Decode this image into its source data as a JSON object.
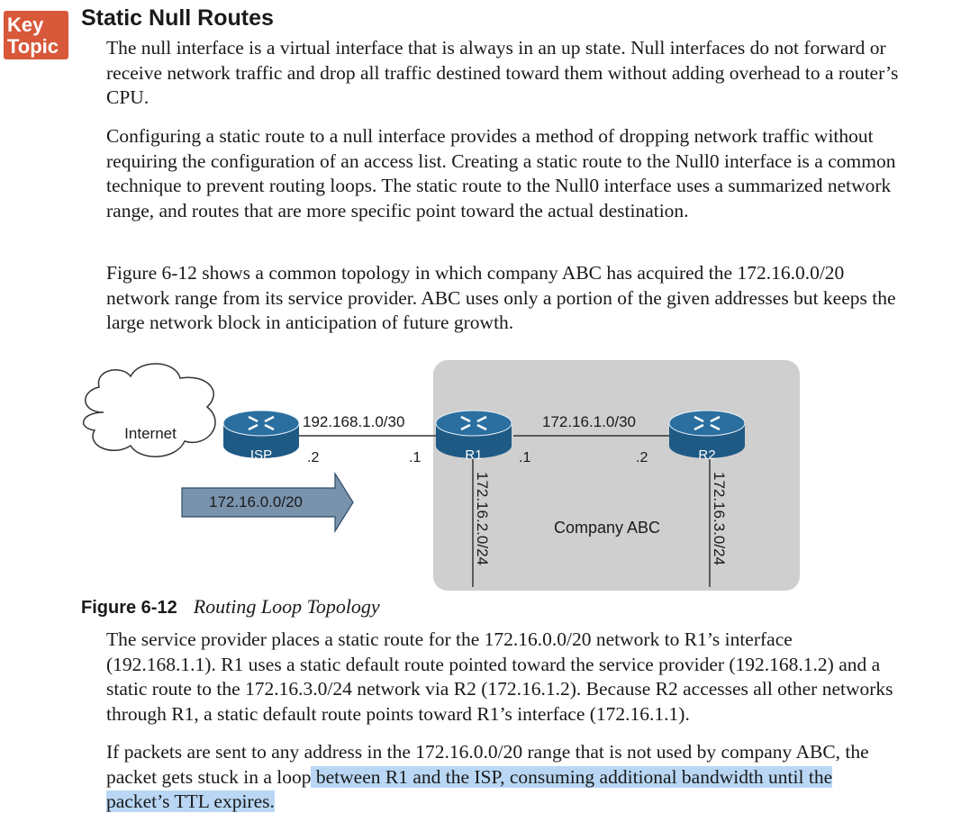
{
  "badge": {
    "line1": "Key",
    "line2": "Topic",
    "color": "#d8583a"
  },
  "heading": "Static Null Routes",
  "paragraphs": {
    "p1": "The null interface is a virtual interface that is always in an up state. Null interfaces do not forward or receive network traffic and drop all traffic destined toward them without adding overhead to a router’s CPU.",
    "p2": "Configuring a static route to a null interface provides a method of dropping network traffic without requiring the configuration of an access list. Creating a static route to the Null0 interface is a common technique to prevent routing loops. The static route to the Null0 interface uses a summarized network range, and routes that are more specific point toward the actual destination.",
    "p3": "Figure 6-12 shows a common topology in which company ABC has acquired the 172.16.0.0/20 network range from its service provider. ABC uses only a portion of the given addresses but keeps the large network block in anticipation of future growth.",
    "p4": "The service provider places a static route for the 172.16.0.0/20 network to R1’s interface (192.168.1.1). R1 uses a static default route pointed toward the service provider (192.168.1.2) and a static route to the 172.16.3.0/24 network via R2 (172.16.1.2). Because R2 accesses all other networks through R1, a static default route points toward R1’s interface (172.16.1.1).",
    "p5_plain": "If packets are sent to any address in the 172.16.0.0/20 range that is not used by company ABC, the packet gets stuck in a loop",
    "p5_highlight": " between R1 and the ISP, consuming additional bandwidth until the packet’s TTL expires."
  },
  "figure": {
    "cloud_label": "Internet",
    "isp_label": "ISP",
    "r1_label": "R1",
    "r2_label": "R2",
    "link1_net": "192.168.1.0/30",
    "link1_isp_side": ".2",
    "link1_r1_side": ".1",
    "link2_net": "172.16.1.0/30",
    "link2_r1_side": ".1",
    "link2_r2_side": ".2",
    "arrow_label": "172.16.0.0/20",
    "r1_lan": "172.16.2.0/24",
    "r2_lan": "172.16.3.0/24",
    "company_label": "Company ABC",
    "colors": {
      "router_top": "#2a6fa0",
      "router_side": "#1f5a85",
      "company_bg": "#cfcfcf",
      "arrow_fill": "#7a93ad",
      "highlight": "#b9d7f5"
    }
  },
  "caption": {
    "number": "Figure 6-12",
    "title": "Routing Loop Topology"
  }
}
